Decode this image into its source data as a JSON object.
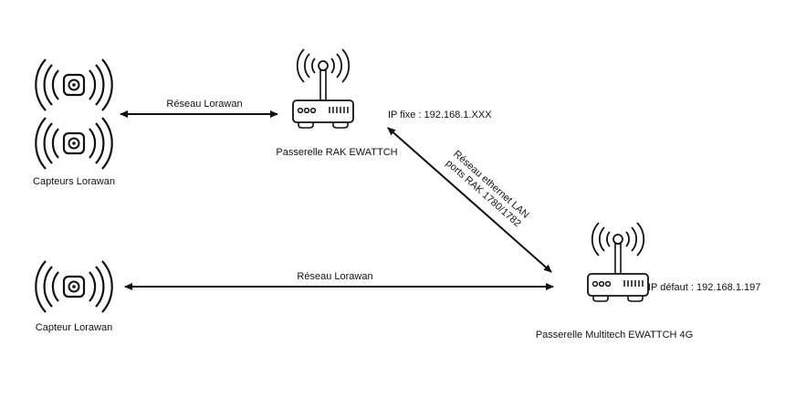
{
  "nodes": {
    "sensors_top": {
      "label": "Capteurs Lorawan"
    },
    "sensor_bottom": {
      "label": "Capteur Lorawan"
    },
    "rak_gateway": {
      "label": "Passerelle RAK EWATTCH",
      "ip": "IP fixe : 192.168.1.XXX"
    },
    "multitech_gateway": {
      "label": "Passerelle Multitech EWATTCH 4G",
      "ip": "IP défaut : 192.168.1.197"
    }
  },
  "edges": {
    "lora_top": {
      "label": "Réseau Lorawan"
    },
    "lora_bottom": {
      "label": "Réseau Lorawan"
    },
    "ethernet": {
      "label_line1": "Réseau ethernet LAN",
      "label_line2": "ports RAK 1780/1782"
    }
  },
  "colors": {
    "stroke": "#111111",
    "background": "#ffffff"
  }
}
